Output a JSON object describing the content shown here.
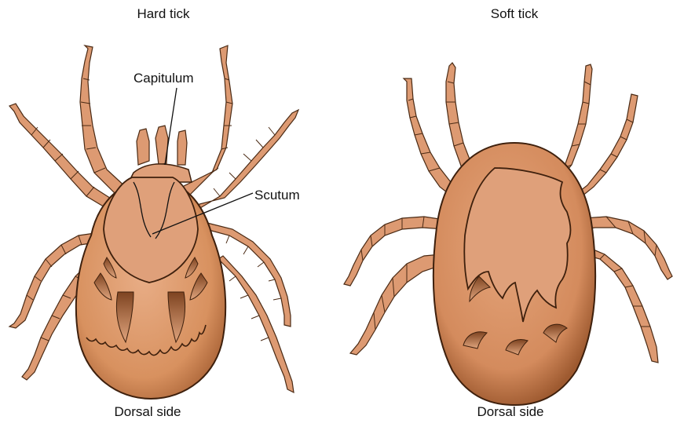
{
  "colors": {
    "body_fill_light": "#e2a57e",
    "body_fill_dark": "#a55f33",
    "scutum_fill": "#dfa07a",
    "leg_fill": "#dd9a72",
    "outline": "#3e200d",
    "background": "#ffffff"
  },
  "hard_tick": {
    "title": "Hard tick",
    "caption": "Dorsal side",
    "labels": {
      "capitulum": "Capitulum",
      "scutum": "Scutum"
    }
  },
  "soft_tick": {
    "title": "Soft tick",
    "caption": "Dorsal side"
  }
}
